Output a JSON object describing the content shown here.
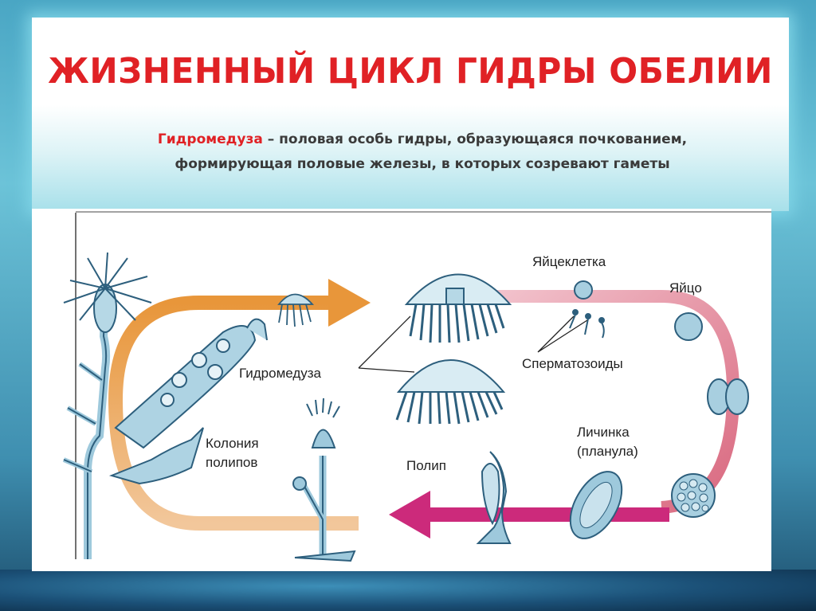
{
  "slide": {
    "title": "ЖИЗНЕННЫЙ ЦИКЛ ГИДРЫ ОБЕЛИИ",
    "subtitle_term": "Гидромедуза",
    "subtitle_line1_rest": " – половая особь гидры, образующаяся почкованием,",
    "subtitle_line2": "формирующая половые железы, в которых созревают гаметы"
  },
  "labels": {
    "egg_cell": "Яйцеклетка",
    "egg": "Яйцо",
    "hydromedusa": "Гидромедуза",
    "sperm": "Сперматозоиды",
    "larva_1": "Личинка",
    "larva_2": "(планула)",
    "polyp": "Полип",
    "colony_1": "Колония",
    "colony_2": "полипов"
  },
  "colors": {
    "title_red": "#e02125",
    "arrow_orange": "#e8963a",
    "arrow_magenta": "#cc2a7b",
    "cycle_pink": "#e8a9b6",
    "organism_blue": "#9ec9dc",
    "organism_outline": "#2d5f7d"
  }
}
